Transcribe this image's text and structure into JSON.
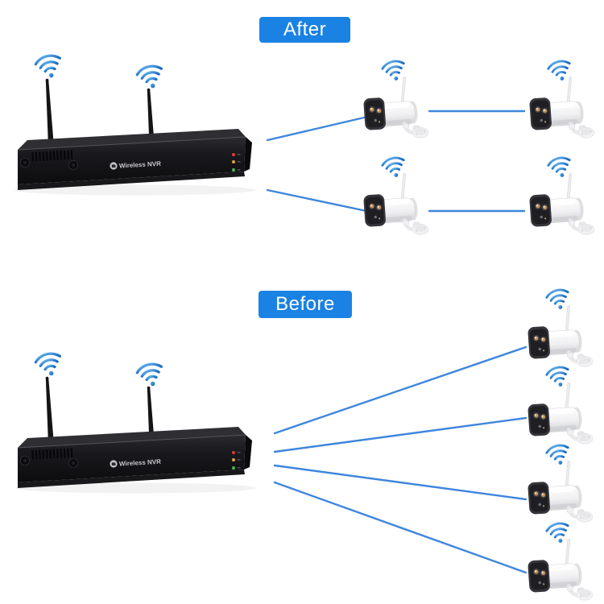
{
  "diagram": {
    "after": {
      "badge": "After",
      "nvr_label": "Wireless NVR",
      "camera_count": 4,
      "connections": [
        {
          "from": "nvr",
          "to": "after-camera-1"
        },
        {
          "from": "after-camera-1",
          "to": "after-camera-2"
        },
        {
          "from": "nvr",
          "to": "after-camera-3"
        },
        {
          "from": "after-camera-3",
          "to": "after-camera-4"
        }
      ]
    },
    "before": {
      "badge": "Before",
      "nvr_label": "Wireless NVR",
      "camera_count": 4,
      "connections": [
        {
          "from": "nvr",
          "to": "before-camera-1"
        },
        {
          "from": "nvr",
          "to": "before-camera-2"
        },
        {
          "from": "nvr",
          "to": "before-camera-3"
        },
        {
          "from": "nvr",
          "to": "before-camera-4"
        }
      ]
    },
    "colors": {
      "badge_blue": "#1a82e3",
      "connection_line_blue": "#3e86de",
      "wifi_icon_blue": "#2b80d4",
      "nvr_led_colors": [
        "#e03a3a",
        "#e2a43c",
        "#46b254"
      ]
    }
  }
}
